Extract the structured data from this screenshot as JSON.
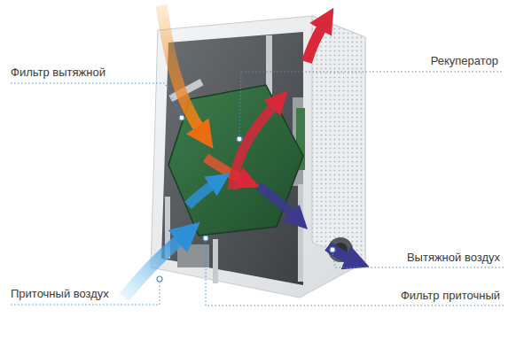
{
  "diagram": {
    "labels": [
      "Фильтр вытяжной",
      "Рекуператор",
      "Вытяжной воздух",
      "Приточный воздух",
      "Фильтр приточный"
    ]
  }
}
